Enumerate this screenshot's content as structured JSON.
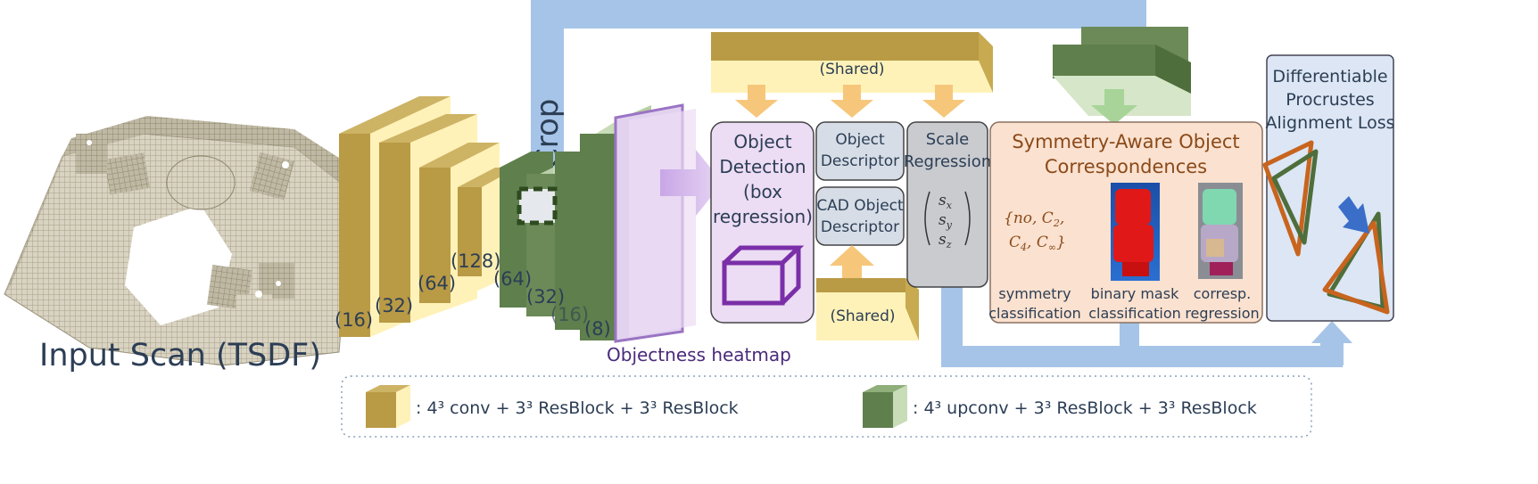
{
  "input_label": "Input Scan (TSDF)",
  "crop_label": "Crop",
  "encoder_channels": [
    "(16)",
    "(32)",
    "(64)",
    "(128)"
  ],
  "decoder_channels": [
    "(64)",
    "(32)",
    "(16)",
    "(8)"
  ],
  "objectness_label": "Objectness heatmap",
  "shared_label": "(Shared)",
  "object_detection": {
    "line1": "Object",
    "line2": "Detection",
    "line3": "(box",
    "line4": "regression)"
  },
  "object_descriptor": {
    "line1": "Object",
    "line2": "Descriptor"
  },
  "cad_descriptor": {
    "line1": "CAD Object",
    "line2": "Descriptor"
  },
  "scale_regression": {
    "line1": "Scale",
    "line2": "Regression",
    "sx": "s",
    "sx_sub": "x",
    "sy": "s",
    "sy_sub": "y",
    "sz": "s",
    "sz_sub": "z"
  },
  "symmetry": {
    "title1": "Symmetry-Aware Object",
    "title2": "Correspondences",
    "set_line1": "{no, C",
    "set_line1_sub1": "2",
    "set_line1_end": ",",
    "set_line2": "C",
    "set_line2_sub1": "4",
    "set_line2_mid": ", C",
    "set_line2_sub2": "∞",
    "set_line2_end": "}",
    "sym_label1": "symmetry",
    "sym_label2": "classification",
    "mask_label1": "binary mask",
    "mask_label2": "classification",
    "corr_label1": "corresp.",
    "corr_label2": "regression"
  },
  "procrustes": {
    "line1": "Differentiable",
    "line2": "Procrustes",
    "line3": "Alignment Loss"
  },
  "legend": {
    "conv_text": ": 4³ conv + 3³ ResBlock + 3³ ResBlock",
    "upconv_text": ": 4³ upconv + 3³ ResBlock + 3³ ResBlock"
  },
  "colors": {
    "conv_front": "#b99a45",
    "conv_top": "#cdb364",
    "conv_side": "#fff2b8",
    "up_front": "#5f7f4d",
    "up_side": "#c8dcb8",
    "flow_blue": "#a6c4e8",
    "panel_purple": "#ecdcf4",
    "panel_gray": "#d6dde6",
    "panel_orange": "#fbe1cf",
    "panel_blue": "#dce6f4",
    "accent_orange": "#c8641e"
  }
}
